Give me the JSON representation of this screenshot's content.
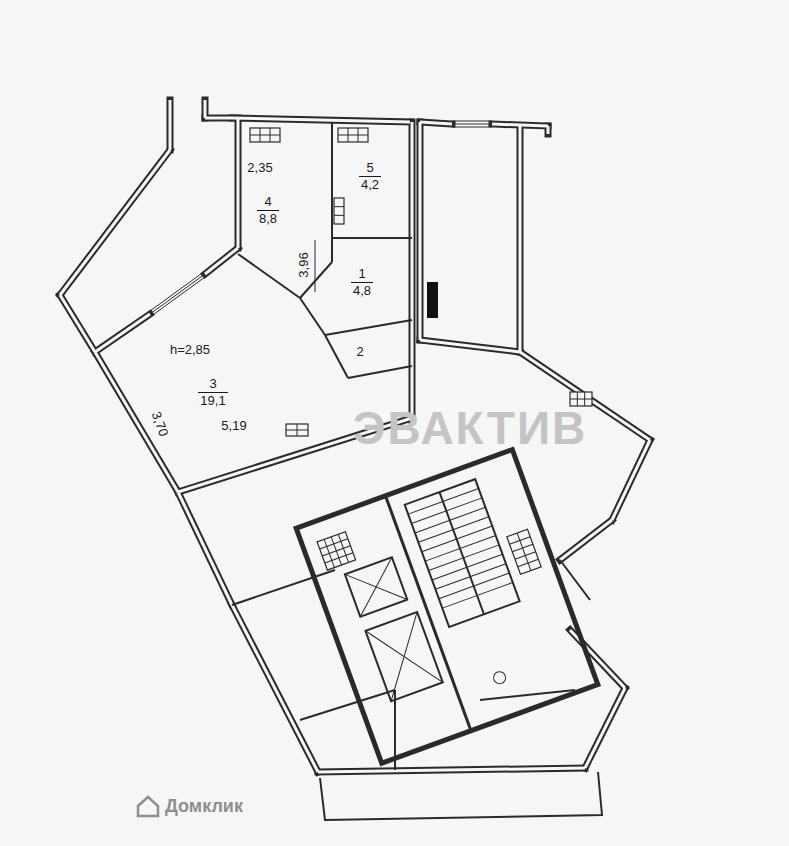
{
  "diagram": {
    "nodes": [
      {
        "text": [
          "4",
          "8,8"
        ]
      },
      {
        "text": [
          "5",
          "4,2"
        ]
      },
      {
        "text": [
          "1",
          "4,8"
        ]
      },
      {
        "text": [
          "3",
          "19,1"
        ]
      },
      {
        "text": [
          "2"
        ]
      }
    ],
    "labels": [
      "2,35",
      "3,96",
      "h=2,85",
      "3,70",
      "5,19",
      "ЭВАКТИВ",
      "Домклик"
    ]
  }
}
